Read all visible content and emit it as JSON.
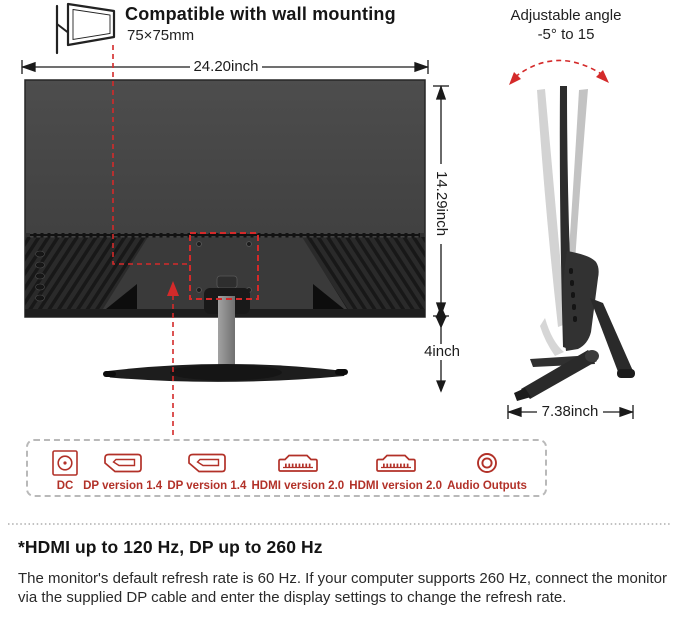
{
  "colors": {
    "annotation_red": "#d42a2a",
    "port_red": "#b23128",
    "monitor_gray": "#454545",
    "text_dark": "#1c1c1c"
  },
  "wall_mount": {
    "title": "Compatible with wall mounting",
    "vesa_size": "75×75mm"
  },
  "angle": {
    "label_line1": "Adjustable angle",
    "label_line2": "-5° to 15"
  },
  "dimensions": {
    "width": "24.20inch",
    "height": "14.29inch",
    "stand_height": "4inch",
    "depth": "7.38inch"
  },
  "ports": {
    "items": [
      {
        "icon": "dc-port-icon",
        "label": "DC"
      },
      {
        "icon": "displayport-icon",
        "label": "DP version 1.4"
      },
      {
        "icon": "displayport-icon",
        "label": "DP version 1.4"
      },
      {
        "icon": "hdmi-port-icon",
        "label": "HDMI version 2.0"
      },
      {
        "icon": "hdmi-port-icon",
        "label": "HDMI version 2.0"
      },
      {
        "icon": "audio-output-icon",
        "label": "Audio Outputs"
      }
    ]
  },
  "footnote": {
    "heading": "*HDMI up to 120 Hz, DP up to 260 Hz",
    "body": "The monitor's default refresh rate is 60 Hz. If your computer supports 260 Hz, connect the monitor via the supplied DP cable and enter the display settings to change the refresh rate."
  }
}
